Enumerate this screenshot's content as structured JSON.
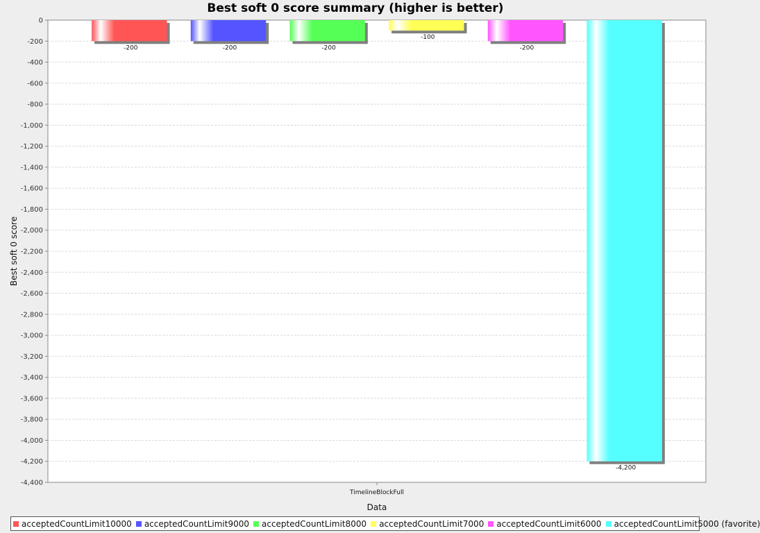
{
  "chart_data": {
    "type": "bar",
    "title": "Best soft 0 score summary (higher is better)",
    "xlabel": "Data",
    "ylabel": "Best soft 0 score",
    "categories": [
      "TimelineBlockFull"
    ],
    "ylim": [
      -4400,
      0
    ],
    "ytick_step": 200,
    "ytick_labels": [
      "0",
      "-200",
      "-400",
      "-600",
      "-800",
      "-1,000",
      "-1,200",
      "-1,400",
      "-1,600",
      "-1,800",
      "-2,000",
      "-2,200",
      "-2,400",
      "-2,600",
      "-2,800",
      "-3,000",
      "-3,200",
      "-3,400",
      "-3,600",
      "-3,800",
      "-4,000",
      "-4,200",
      "-4,400"
    ],
    "grid": true,
    "legend_position": "bottom",
    "series": [
      {
        "name": "acceptedCountLimit10000",
        "values": [
          -200
        ],
        "value_labels": [
          "-200"
        ],
        "color": "#ff5555"
      },
      {
        "name": "acceptedCountLimit9000",
        "values": [
          -200
        ],
        "value_labels": [
          "-200"
        ],
        "color": "#5555ff"
      },
      {
        "name": "acceptedCountLimit8000",
        "values": [
          -200
        ],
        "value_labels": [
          "-200"
        ],
        "color": "#55ff55"
      },
      {
        "name": "acceptedCountLimit7000",
        "values": [
          -100
        ],
        "value_labels": [
          "-100"
        ],
        "color": "#ffff55"
      },
      {
        "name": "acceptedCountLimit6000",
        "values": [
          -200
        ],
        "value_labels": [
          "-200"
        ],
        "color": "#ff55ff"
      },
      {
        "name": "acceptedCountLimit5000 (favorite)",
        "values": [
          -4200
        ],
        "value_labels": [
          "-4,200"
        ],
        "color": "#55ffff"
      }
    ]
  }
}
